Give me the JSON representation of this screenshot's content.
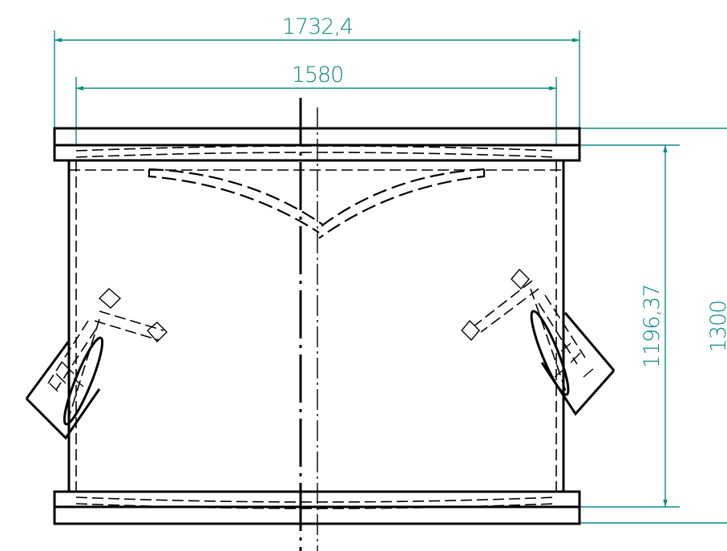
{
  "dimensions": {
    "overall_width": "1732,4",
    "inner_width": "1580",
    "inner_height": "1196,37",
    "overall_height": "1300"
  },
  "colors": {
    "dimension": "#0b8a8a",
    "outline": "#000000",
    "background": "#ffffff"
  }
}
